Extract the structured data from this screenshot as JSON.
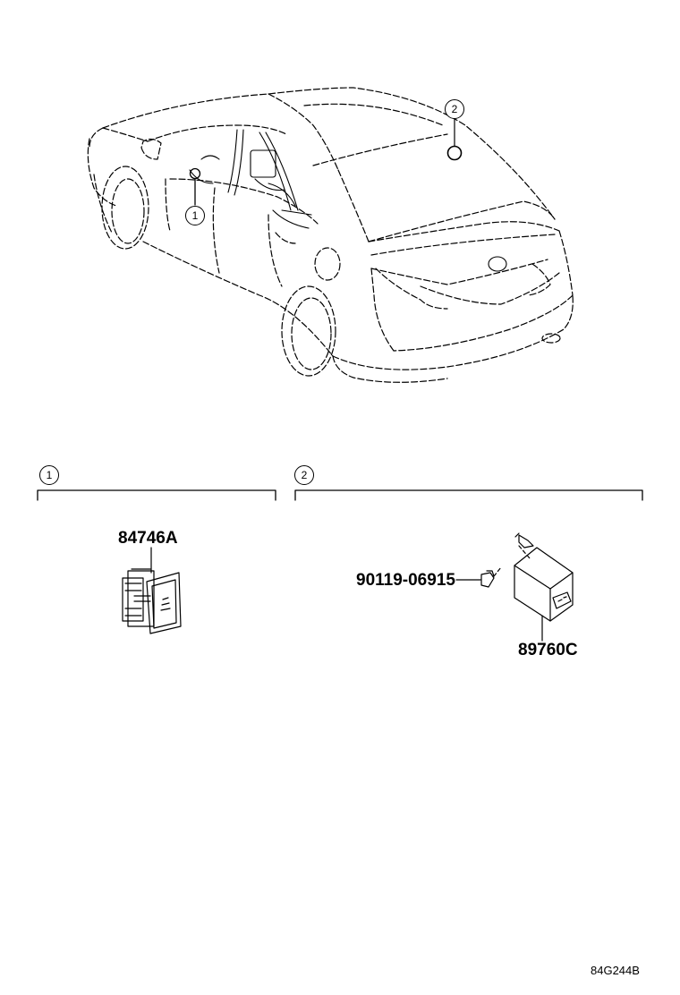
{
  "callouts": {
    "car_one": "1",
    "car_two": "2",
    "section_one": "1",
    "section_two": "2"
  },
  "parts": {
    "switch": "84746A",
    "bolt": "90119-06915",
    "module": "89760C"
  },
  "drawing_code": "84G244B"
}
